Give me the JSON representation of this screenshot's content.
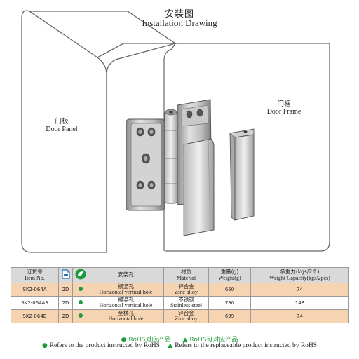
{
  "heading": {
    "title_cn": "安装图",
    "title_en": "Installation Drawing"
  },
  "labels": {
    "door_panel_cn": "门板",
    "door_panel_en": "Door Panel",
    "door_frame_cn": "门框",
    "door_frame_en": "Door Frame"
  },
  "table": {
    "headers": [
      {
        "cn": "订货号",
        "en": "Item No."
      },
      {
        "icon": "2d-drawing-icon"
      },
      {
        "icon": "rohs-icon"
      },
      {
        "cn": "安装孔",
        "en": ""
      },
      {
        "cn": "材质",
        "en": "Material"
      },
      {
        "cn": "重量(g)",
        "en": "Weight(g)"
      },
      {
        "cn": "承重力(kgs/2个)",
        "en": "Weight Capacity(kgs/2pcs)"
      }
    ],
    "rows": [
      {
        "item": "SK2-064A",
        "drawing": "2D",
        "hole_cn": "横竖孔",
        "hole_en": "Horizontal vertical hole",
        "material_cn": "锌合金",
        "material_en": "Zinc alloy",
        "weight": "650",
        "capacity": "74"
      },
      {
        "item": "SK2-064AS",
        "drawing": "2D",
        "hole_cn": "横竖孔",
        "hole_en": "Horizontal vertical hole",
        "material_cn": "不锈钢",
        "material_en": "Stainless steel",
        "weight": "780",
        "capacity": "148"
      },
      {
        "item": "SK2-064B",
        "drawing": "2D",
        "hole_cn": "全横孔",
        "hole_en": "Horizontal hole",
        "material_cn": "锌合金",
        "material_en": "Zinc alloy",
        "weight": "699",
        "capacity": "74"
      }
    ]
  },
  "legend": {
    "line1_a": "●:RoHS对应产品",
    "line1_b": "▲:RoHS可对应产品",
    "line2_a": "Refers to the product instructed by RoHS",
    "line2_b": "Refers to the replaceable product instructed by RoHS"
  },
  "colors": {
    "accent_orange": "#f6d3b1",
    "rohs_green": "#1f9a3a",
    "header_gray": "#d9d9d9"
  }
}
